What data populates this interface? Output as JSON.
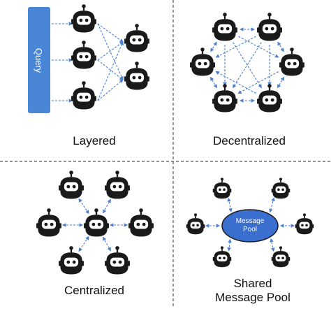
{
  "quadrants": {
    "layered": {
      "label": "Layered",
      "query_label": "Query"
    },
    "decentralized": {
      "label": "Decentralized"
    },
    "centralized": {
      "label": "Centralized"
    },
    "shared": {
      "label_line1": "Shared",
      "label_line2": "Message Pool",
      "pool_line1": "Message",
      "pool_line2": "Pool"
    }
  },
  "colors": {
    "agent": "#1a1a1a",
    "arrow": "#4a7fd0",
    "query_box": "#4a86d6",
    "pool": "#3a6fcf",
    "divider": "#555555"
  },
  "icon": "robot-agent-icon"
}
